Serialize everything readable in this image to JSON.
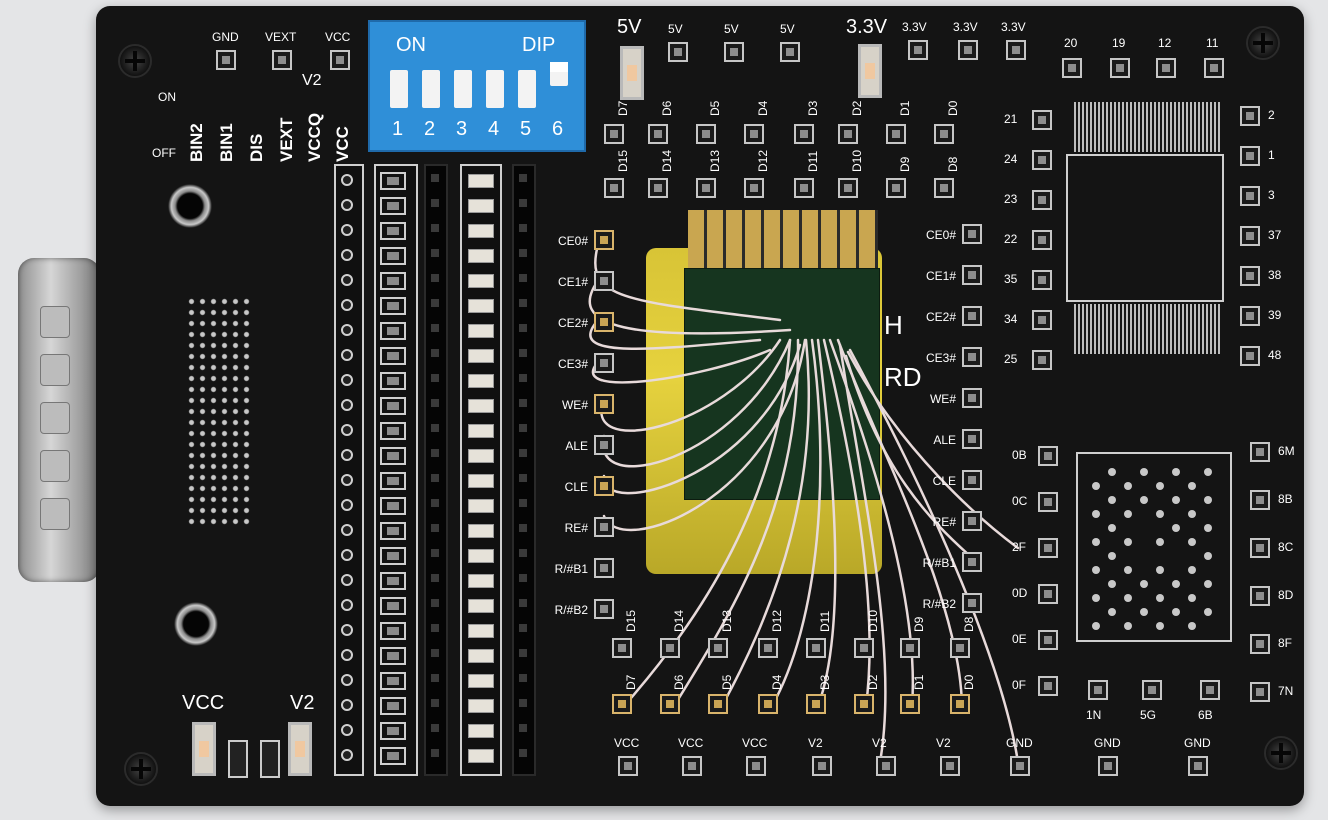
{
  "board": {
    "top_pins": [
      "GND",
      "VEXT",
      "VCC"
    ],
    "v2_label": "V2",
    "on_label": "ON",
    "off_label": "OFF",
    "switch_names": [
      "BIN2",
      "BIN1",
      "DIS",
      "VEXT",
      "VCCQ",
      "VCC"
    ],
    "bottom_left_labels": [
      "VCC",
      "V2"
    ]
  },
  "dip_switch": {
    "on_text": "ON",
    "dip_text": "DIP",
    "numbers": [
      "1",
      "2",
      "3",
      "4",
      "5",
      "6"
    ]
  },
  "voltage_labels": {
    "v5_big": "5V",
    "v5": [
      "5V",
      "5V",
      "5V"
    ],
    "v33_big": "3.3V",
    "v33": [
      "3.3V",
      "3.3V",
      "3.3V"
    ]
  },
  "data_top": {
    "row1": [
      "D7",
      "D6",
      "D5",
      "D4",
      "D3",
      "D2",
      "D1",
      "D0"
    ],
    "row2": [
      "D15",
      "D14",
      "D13",
      "D12",
      "D11",
      "D10",
      "D9",
      "D8"
    ]
  },
  "left_control": [
    "#CE0",
    "#CE1",
    "#CE2",
    "#CE3",
    "#WE",
    "ALE",
    "CLE",
    "#RE",
    "R/#B1",
    "R/#B2"
  ],
  "right_control": [
    "#CE0",
    "#CE1",
    "#CE2",
    "#CE3",
    "#WE",
    "ALE",
    "CLE",
    "#RE",
    "R/#B1",
    "R/#B2"
  ],
  "chip_text": [
    "H",
    "RD"
  ],
  "tsop": {
    "top_numbers": [
      "20",
      "19",
      "12",
      "11"
    ],
    "left_numbers": [
      "21",
      "24",
      "23",
      "22",
      "35",
      "34",
      "25"
    ],
    "right_numbers": [
      "2",
      "1",
      "3",
      "37",
      "38",
      "39",
      "48"
    ]
  },
  "bga": {
    "left_labels": [
      "0B",
      "0C",
      "2F",
      "0D",
      "0E",
      "0F"
    ],
    "right_labels": [
      "6M",
      "8B",
      "8C",
      "8D",
      "8F",
      "7N"
    ],
    "bottom_labels": [
      "1N",
      "5G",
      "6B"
    ]
  },
  "data_bottom": {
    "row1": [
      "D15",
      "D14",
      "D13",
      "D12",
      "D11",
      "D10",
      "D9",
      "D8"
    ],
    "row2": [
      "D7",
      "D6",
      "D5",
      "D4",
      "D3",
      "D2",
      "D1",
      "D0"
    ]
  },
  "bottom_power": [
    "VCC",
    "VCC",
    "VCC",
    "V2",
    "V2",
    "V2",
    "GND",
    "GND",
    "GND"
  ]
}
